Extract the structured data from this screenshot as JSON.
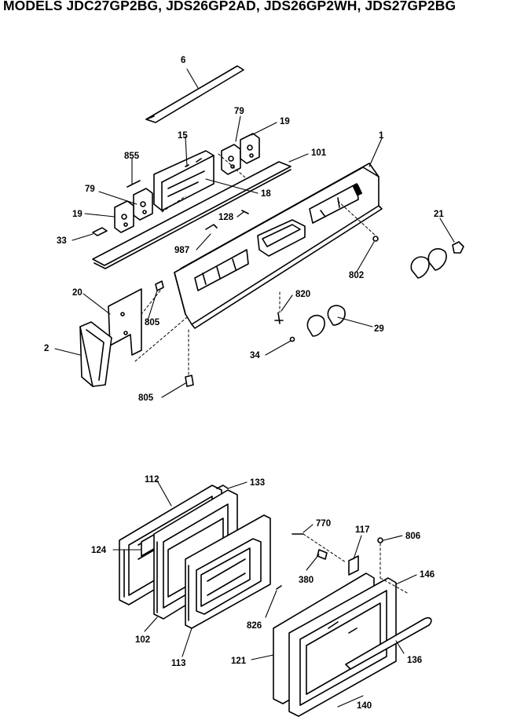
{
  "header": "MODELS JDC27GP2BG, JDS26GP2AD, JDS26GP2WH, JDS27GP2BG",
  "part_labels": {
    "p6": "6",
    "p79a": "79",
    "p19a": "19",
    "p15": "15",
    "p855": "855",
    "p101": "101",
    "p1": "1",
    "p79b": "79",
    "p18": "18",
    "p19b": "19",
    "p128": "128",
    "p21": "21",
    "p33": "33",
    "p987": "987",
    "p802": "802",
    "p20": "20",
    "p805a": "805",
    "p820": "820",
    "p29": "29",
    "p2": "2",
    "p34": "34",
    "p805b": "805",
    "p112": "112",
    "p133": "133",
    "p124": "124",
    "p770": "770",
    "p117": "117",
    "p806": "806",
    "p380": "380",
    "p146": "146",
    "p102": "102",
    "p826": "826",
    "p113": "113",
    "p121": "121",
    "p136": "136",
    "p140": "140"
  }
}
